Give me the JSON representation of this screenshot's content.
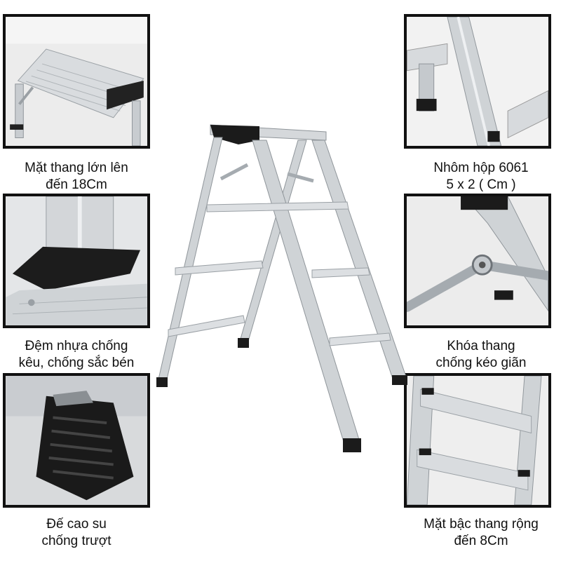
{
  "captions": {
    "top_surface": [
      "Mặt thang lớn lên",
      "đến 18Cm"
    ],
    "aluminum_box": [
      "Nhôm hộp 6061",
      "5 x 2 ( Cm )"
    ],
    "plastic_pad": [
      "Đệm nhựa chống",
      "kêu, chống sắc bén"
    ],
    "ladder_lock": [
      "Khóa thang",
      "chống kéo giãn"
    ],
    "rubber_foot": [
      "Đế cao su",
      "chống trượt"
    ],
    "step_width": [
      "Mặt bậc thang rộng",
      "đến 8Cm"
    ]
  },
  "colors": {
    "aluminum": "#cfd3d6",
    "aluminum_dark": "#9aa0a5",
    "rubber": "#1b1b1b",
    "border": "#111111"
  }
}
